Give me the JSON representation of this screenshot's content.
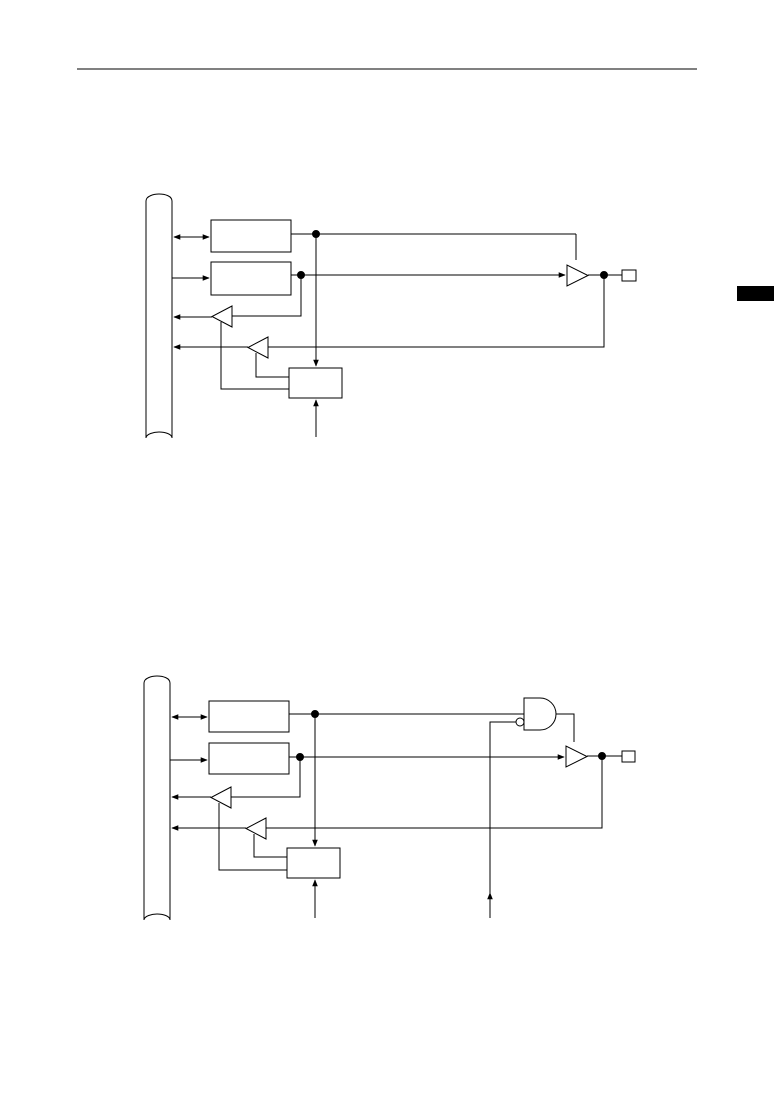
{
  "colors": {
    "background": "#ffffff",
    "line": "#000000",
    "side_tab": "#000000"
  },
  "figures": [
    {
      "id": "port-circuit-1",
      "elements": [
        "internal-bus",
        "register-a",
        "register-b",
        "control-block",
        "input-buffer-1",
        "input-buffer-2",
        "output-buffer",
        "output-pin"
      ]
    },
    {
      "id": "port-circuit-2",
      "elements": [
        "internal-bus",
        "register-a",
        "register-b",
        "control-block",
        "input-buffer-1",
        "input-buffer-2",
        "output-buffer",
        "nand-gate",
        "output-pin"
      ]
    }
  ]
}
